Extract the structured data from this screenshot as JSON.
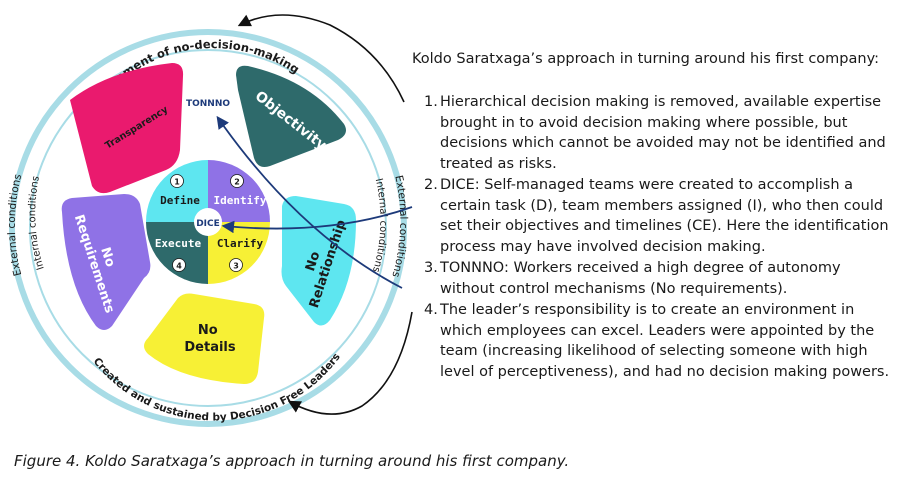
{
  "diagram": {
    "outer_ring_top": "Environment of no-decision-making",
    "outer_ring_bottom": "Created and sustained by Decision Free Leaders",
    "left_outer": "External conditions",
    "left_inner": "Internal conditions",
    "right_outer": "External conditions",
    "right_inner": "Internal conditions",
    "tonnno": "TONNNO",
    "segments": {
      "transparency": "Transparency",
      "objectivity": "Objectivity",
      "no_relationship_1": "No",
      "no_relationship_2": "Relationship",
      "no_details_1": "No",
      "no_details_2": "Details",
      "no_requirements_1": "No",
      "no_requirements_2": "Requirements"
    },
    "dice": {
      "center": "DICE",
      "define": "Define",
      "identify": "Identify",
      "execute": "Execute",
      "clarify": "Clarify",
      "n1": "1",
      "n2": "2",
      "n3": "3",
      "n4": "4"
    },
    "colors": {
      "ring": "#a8dce6",
      "transparency": "#ea1a6e",
      "objectivity": "#2e6a6b",
      "relationship": "#5ee6f0",
      "details": "#f7f035",
      "requirements": "#8f72e6",
      "define": "#5ee6f0",
      "identify": "#8f72e6",
      "execute": "#2e6a6b",
      "clarify": "#f7f035",
      "arrow_blue": "#1d3a7a"
    }
  },
  "text": {
    "intro": "Koldo Saratxaga’s approach in turning around his first company:",
    "points": [
      {
        "num": "1.",
        "text": "Hierarchical decision making is removed, available expertise brought in to avoid decision making where possible, but decisions which cannot be avoided may not be identified and treated as risks."
      },
      {
        "num": "2.",
        "text": "DICE: Self-managed teams were created to accomplish a certain task (D), team members assigned (I), who then could set their objectives and timelines (CE). Here the identification process may have involved decision making."
      },
      {
        "num": "3.",
        "text": "TONNNO: Workers received a high degree of autonomy without control mechanisms (No requirements)."
      },
      {
        "num": "4.",
        "text": "The leader’s responsibility is to create an environment in which employees can excel. Leaders were appointed by the team (increasing likelihood of selecting someone with high level of perceptiveness), and had no decision making powers."
      }
    ]
  },
  "caption": "Figure 4. Koldo Saratxaga’s approach in turning around his first company."
}
